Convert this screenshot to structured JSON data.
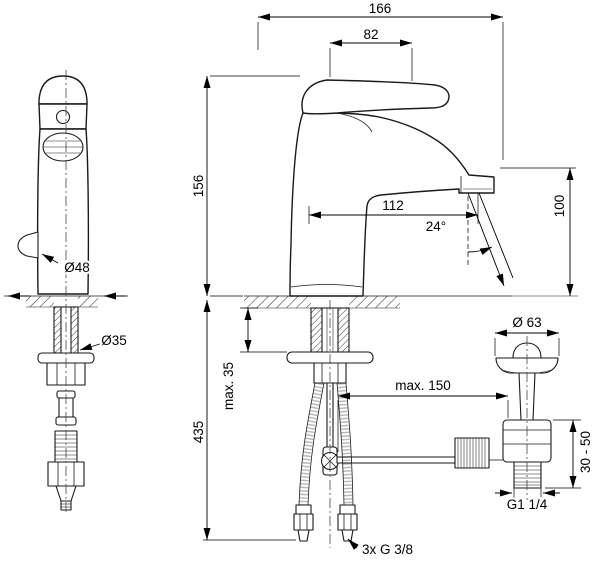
{
  "drawing": {
    "type": "technical-dimension-drawing",
    "subject": "single-lever basin mixer tap with pop-up waste, front and side views",
    "background": "#ffffff",
    "line_color": "#1a1a1a",
    "labels": {
      "total_depth": "166",
      "body_depth": "82",
      "height_to_deck": "156",
      "spout_reach": "112",
      "stream_angle": "24°",
      "outlet_height": "100",
      "body_diameter": "Ø48",
      "shank_diameter": "Ø35",
      "max_deck_thickness": "max. 35",
      "hose_length": "435",
      "rod_reach": "max. 150",
      "waste_flange_diameter": "Ø 63",
      "waste_height_range": "30 - 50",
      "waste_thread": "G1 1/4",
      "hose_thread": "3x G 3/8"
    }
  }
}
